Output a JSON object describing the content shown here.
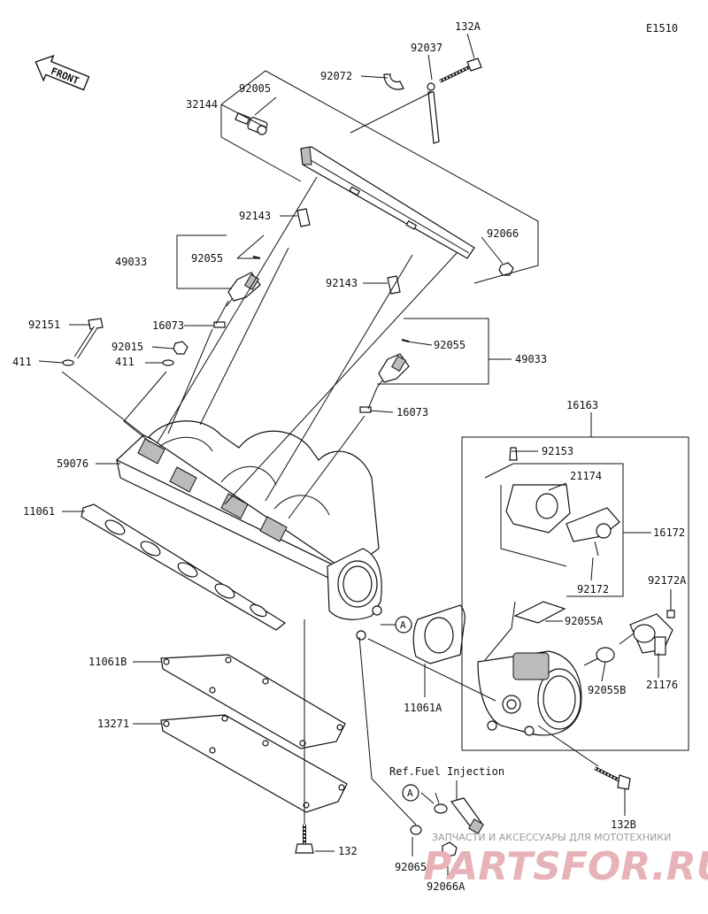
{
  "diagram_code": "E1510",
  "front_label": "FRONT",
  "ref_label": "Ref.Fuel Injection",
  "ref_marker": "A",
  "callouts": [
    {
      "id": "c132A",
      "text": "132A"
    },
    {
      "id": "c92037",
      "text": "92037"
    },
    {
      "id": "c92072",
      "text": "92072"
    },
    {
      "id": "c32144",
      "text": "32144"
    },
    {
      "id": "c92005",
      "text": "92005"
    },
    {
      "id": "c92143a",
      "text": "92143"
    },
    {
      "id": "c92066",
      "text": "92066"
    },
    {
      "id": "c49033a",
      "text": "49033"
    },
    {
      "id": "c92055a",
      "text": "92055"
    },
    {
      "id": "c92143b",
      "text": "92143"
    },
    {
      "id": "c92151",
      "text": "92151"
    },
    {
      "id": "c16073a",
      "text": "16073"
    },
    {
      "id": "c92015",
      "text": "92015"
    },
    {
      "id": "c411a",
      "text": "411"
    },
    {
      "id": "c411b",
      "text": "411"
    },
    {
      "id": "c92055b",
      "text": "92055"
    },
    {
      "id": "c49033b",
      "text": "49033"
    },
    {
      "id": "c16073b",
      "text": "16073"
    },
    {
      "id": "c16163",
      "text": "16163"
    },
    {
      "id": "c59076",
      "text": "59076"
    },
    {
      "id": "c92153",
      "text": "92153"
    },
    {
      "id": "c21174",
      "text": "21174"
    },
    {
      "id": "c11061",
      "text": "11061"
    },
    {
      "id": "c16172",
      "text": "16172"
    },
    {
      "id": "c92172",
      "text": "92172"
    },
    {
      "id": "c92172A",
      "text": "92172A"
    },
    {
      "id": "c92055A",
      "text": "92055A"
    },
    {
      "id": "c11061B",
      "text": "11061B"
    },
    {
      "id": "c92055B",
      "text": "92055B"
    },
    {
      "id": "c21176",
      "text": "21176"
    },
    {
      "id": "c11061A",
      "text": "11061A"
    },
    {
      "id": "c13271",
      "text": "13271"
    },
    {
      "id": "c132B",
      "text": "132B"
    },
    {
      "id": "c132",
      "text": "132"
    },
    {
      "id": "c92065",
      "text": "92065"
    },
    {
      "id": "c92066A",
      "text": "92066A"
    }
  ],
  "watermark": {
    "tagline": "ЗАПЧАСТИ И АКСЕССУАРЫ ДЛЯ МОТОТЕХНИКИ",
    "brand": "PARTSFOR.RU"
  }
}
